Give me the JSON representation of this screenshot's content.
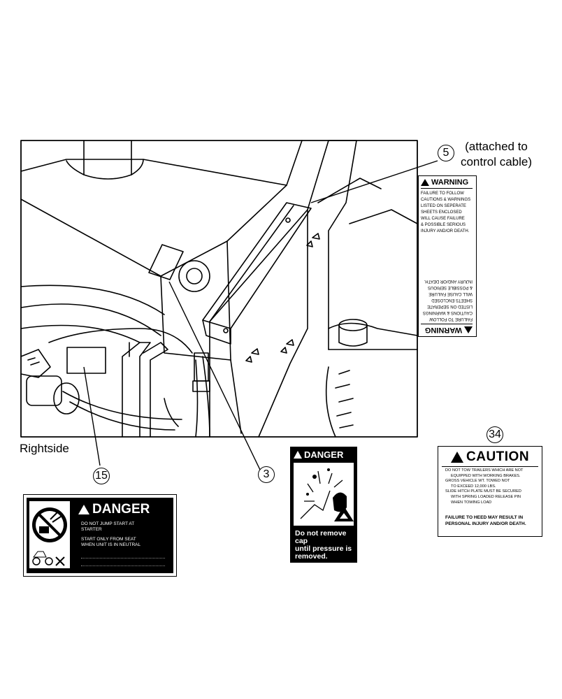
{
  "labels": {
    "view_title": "Rightside",
    "callout_5": "5",
    "note_5_line1": "(attached to",
    "note_5_line2": "control cable)",
    "callout_3": "3",
    "callout_15": "15",
    "callout_34": "34"
  },
  "warning_decal": {
    "header": "WARNING",
    "lines": [
      "FAILURE TO FOLLOW",
      "CAUTIONS & WARNINGS",
      "LISTED ON SEPERATE",
      "SHEETS ENCLOSED",
      "WILL CAUSE FAILURE",
      "& POSSIBLE SERIOUS",
      "INJURY AND/OR DEATH."
    ]
  },
  "danger_decal_starter": {
    "header": "DANGER",
    "line1a": "DO NOT JUMP START AT",
    "line1b": "STARTER",
    "line2a": "START ONLY FROM SEAT",
    "line2b": "WHEN UNIT IS IN NEUTRAL"
  },
  "danger_decal_cap": {
    "header": "DANGER",
    "text1": "Do not remove cap",
    "text2": "until pressure is",
    "text3": "removed."
  },
  "caution_decal": {
    "header": "CAUTION",
    "line1": "DO NOT TOW TRAILERS WHICH ARE NOT",
    "line2": "EQUIPPED WITH WORKING BRAKES.",
    "line3": "GROSS VEHICLE WT. TOWED NOT",
    "line4": "TO EXCEED 12,000 lbs.",
    "line5": "SLIDE HITCH PLATE MUST BE SECURED",
    "line6": "WITH SPRING LOADED RELEASE PIN",
    "line7": "WHEN TOWING LOAD",
    "footer1": "FAILURE TO HEED MAY RESULT IN",
    "footer2": "PERSONAL INJURY AND/OR DEATH."
  }
}
